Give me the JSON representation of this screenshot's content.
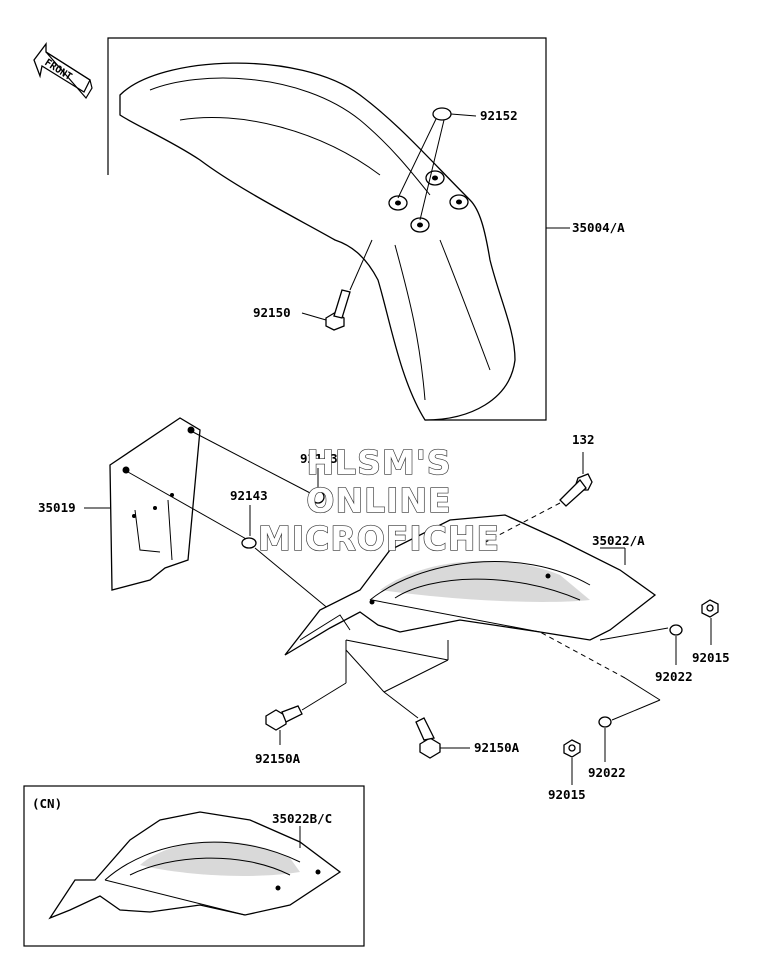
{
  "front_arrow": {
    "label": "FRONT"
  },
  "labels": {
    "p92152": "92152",
    "p35004": "35004/A",
    "p92150": "92150",
    "p132": "132",
    "p92143_top": "92143",
    "p35019": "35019",
    "p92143": "92143",
    "p35022": "35022/A",
    "p92015_right": "92015",
    "p92022_right": "92022",
    "p92150A_left": "92150A",
    "p92150A_right": "92150A",
    "p92022_bottom": "92022",
    "p92015_bottom": "92015",
    "cn_tag": "(CN)",
    "p35022BC": "35022B/C"
  },
  "watermark": {
    "line1": "HLSM'S",
    "line2": "ONLINE",
    "line3": "MICROFICHE"
  }
}
